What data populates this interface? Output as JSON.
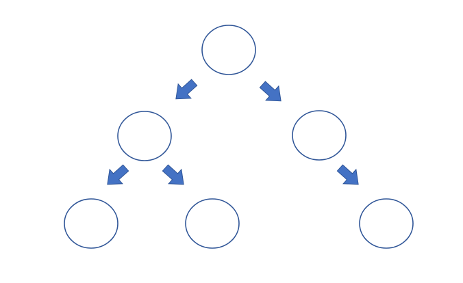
{
  "diagram": {
    "type": "binary-tree",
    "colors": {
      "background": "#ffffff",
      "node_stroke": "#2f5597",
      "node_fill": "#ffffff",
      "arrow_fill": "#4472c4",
      "arrow_stroke": "#2f5597"
    },
    "nodes": [
      {
        "id": "root",
        "label": ""
      },
      {
        "id": "left",
        "label": ""
      },
      {
        "id": "right",
        "label": ""
      },
      {
        "id": "left-left",
        "label": ""
      },
      {
        "id": "left-right",
        "label": ""
      },
      {
        "id": "right-right",
        "label": ""
      }
    ],
    "edges": [
      {
        "from": "root",
        "to": "left",
        "icon": "arrow-down-left-icon"
      },
      {
        "from": "root",
        "to": "right",
        "icon": "arrow-down-right-icon"
      },
      {
        "from": "left",
        "to": "left-left",
        "icon": "arrow-down-left-icon"
      },
      {
        "from": "left",
        "to": "left-right",
        "icon": "arrow-down-right-icon"
      },
      {
        "from": "right",
        "to": "right-right",
        "icon": "arrow-down-right-icon"
      }
    ]
  }
}
